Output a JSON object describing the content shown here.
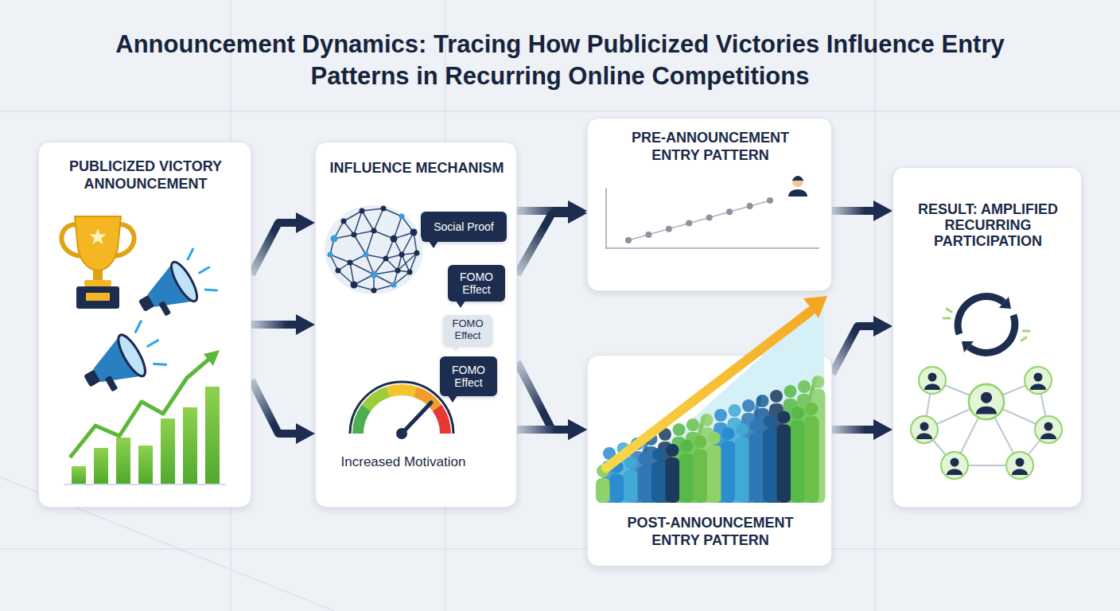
{
  "diagram": {
    "title": "Announcement Dynamics: Tracing How Publicized Victories Influence Entry Patterns in Recurring Online Competitions",
    "nodes": [
      {
        "text": [
          "PUBLICIZED VICTORY ANNOUNCEMENT"
        ]
      },
      {
        "text": [
          "INFLUENCE MECHANISM",
          "Increased Motivation"
        ]
      },
      {
        "text": [
          "Social Proof"
        ],
        "in": 1
      },
      {
        "text": [
          "FOMO Effect"
        ],
        "in": 1
      },
      {
        "text": [
          "FOMO Effect"
        ],
        "in": 1
      },
      {
        "text": [
          "FOMO Effect"
        ],
        "in": 1
      },
      {
        "text": [
          "PRE-ANNOUNCEMENT ENTRY PATTERN"
        ]
      },
      {
        "text": [
          "POST-ANNOUNCEMENT ENTRY PATTERN"
        ]
      },
      {
        "text": [
          "RESULT: AMPLIFIED RECURRING PARTICIPATION"
        ]
      }
    ],
    "edges": [
      {
        "from": 0,
        "to": 1,
        "arrow": "to"
      },
      {
        "from": 0,
        "to": 1,
        "arrow": "to"
      },
      {
        "from": 0,
        "to": 1,
        "arrow": "to"
      },
      {
        "from": 1,
        "to": 6,
        "arrow": "to"
      },
      {
        "from": 1,
        "to": 6,
        "arrow": "to"
      },
      {
        "from": 1,
        "to": 7,
        "arrow": "to"
      },
      {
        "from": 1,
        "to": 7,
        "arrow": "to"
      },
      {
        "from": 6,
        "to": 8,
        "arrow": "to"
      },
      {
        "from": 7,
        "to": 8,
        "arrow": "to"
      },
      {
        "from": 7,
        "to": 8,
        "arrow": "to"
      }
    ]
  }
}
